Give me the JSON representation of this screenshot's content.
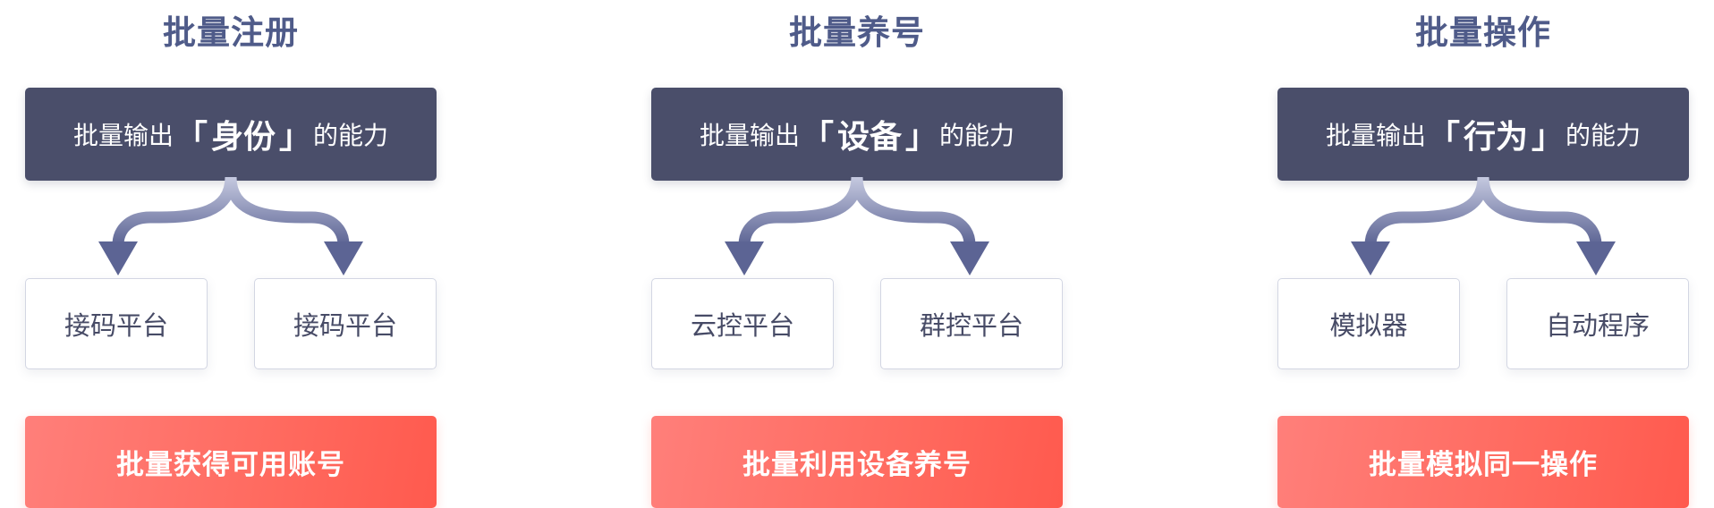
{
  "colors": {
    "title": "#4f5b89",
    "dark_box": "#4a4e6a",
    "arrow": "#5c6494",
    "red_start": "#ff7f7a",
    "red_end": "#ff5a4e"
  },
  "columns": [
    {
      "title": "批量注册",
      "capability": {
        "prefix": "批量输出",
        "open_bracket": "「",
        "highlight": "身份",
        "close_bracket": "」",
        "suffix": "的能力"
      },
      "left_tool": "接码平台",
      "right_tool": "接码平台",
      "result": "批量获得可用账号"
    },
    {
      "title": "批量养号",
      "capability": {
        "prefix": "批量输出",
        "open_bracket": "「",
        "highlight": "设备",
        "close_bracket": "」",
        "suffix": "的能力"
      },
      "left_tool": "云控平台",
      "right_tool": "群控平台",
      "result": "批量利用设备养号"
    },
    {
      "title": "批量操作",
      "capability": {
        "prefix": "批量输出",
        "open_bracket": "「",
        "highlight": "行为",
        "close_bracket": "」",
        "suffix": "的能力"
      },
      "left_tool": "模拟器",
      "right_tool": "自动程序",
      "result": "批量模拟同一操作"
    }
  ]
}
